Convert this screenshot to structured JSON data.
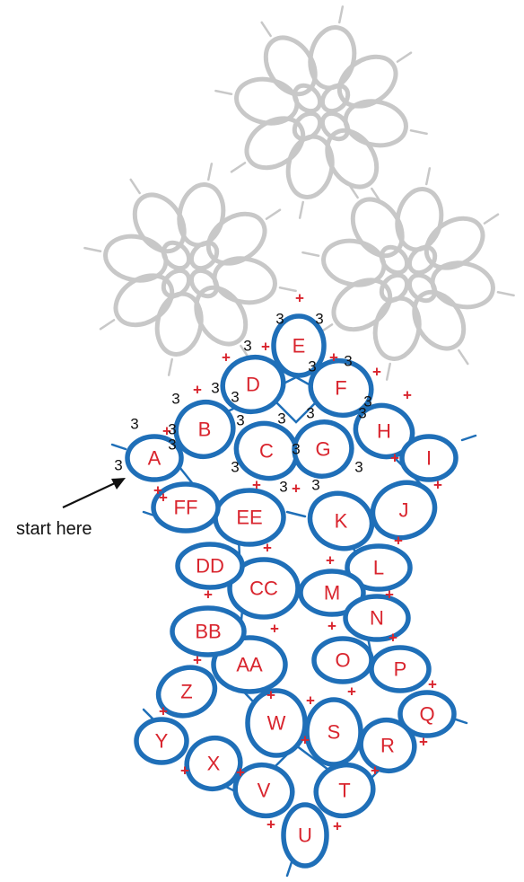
{
  "diagram": {
    "start_label": "start here",
    "ring_labels": [
      "A",
      "B",
      "C",
      "D",
      "E",
      "F",
      "G",
      "H",
      "I",
      "J",
      "K",
      "L",
      "M",
      "N",
      "O",
      "P",
      "Q",
      "R",
      "S",
      "T",
      "U",
      "V",
      "W",
      "X",
      "Y",
      "Z",
      "AA",
      "BB",
      "CC",
      "DD",
      "EE",
      "FF"
    ],
    "join_marker": "+",
    "count_marker": "3",
    "colors": {
      "ring_stroke": "#1f6fb8",
      "label": "#d9252e",
      "background_motif": "#c8c8c8",
      "count_text": "#111111"
    }
  }
}
